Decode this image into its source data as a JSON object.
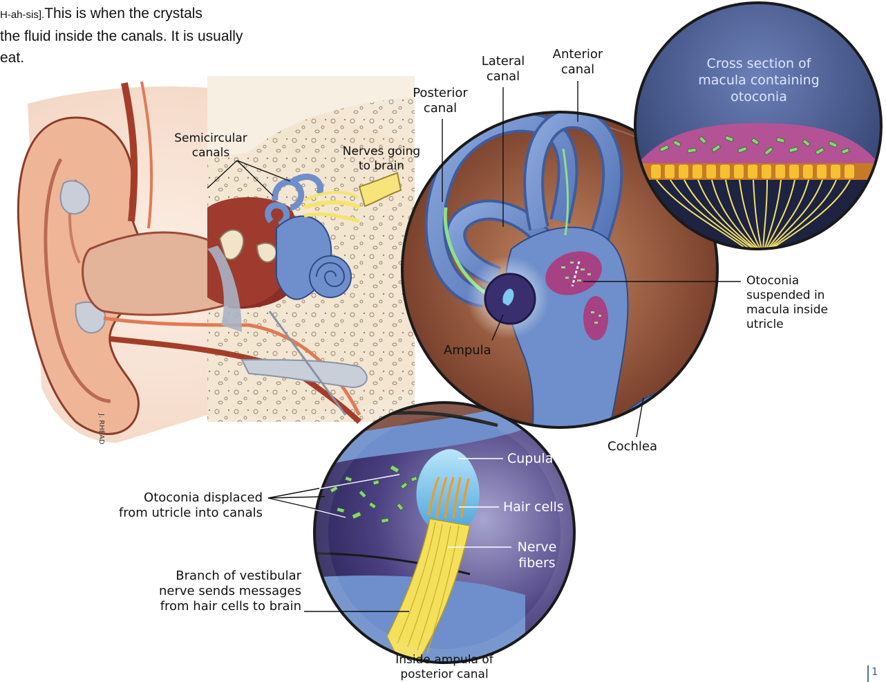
{
  "intro": {
    "line1_pron": "H-ah-sis].",
    "line1": "This is when the crystals",
    "line2": "the fluid inside the canals. It is usually",
    "line3": "eat."
  },
  "labels": {
    "semicircular_canals": [
      "Semicircular",
      "canals"
    ],
    "nerves_going_to_brain": [
      "Nerves going",
      "to brain"
    ],
    "posterior_canal": [
      "Posterior",
      "canal"
    ],
    "lateral_canal": [
      "Lateral",
      "canal"
    ],
    "anterior_canal": [
      "Anterior",
      "canal"
    ],
    "cross_section": [
      "Cross section of",
      "macula containing",
      "otoconia"
    ],
    "otoconia_suspended": [
      "Otoconia",
      "suspended in",
      "macula inside",
      "utricle"
    ],
    "ampula": "Ampula",
    "cochlea": "Cochlea",
    "cupula": "Cupula",
    "hair_cells": "Hair cells",
    "nerve_fibers": [
      "Nerve",
      "fibers"
    ],
    "otoconia_displaced": [
      "Otoconia displaced",
      "from utricle into canals"
    ],
    "branch_vestibular": [
      "Branch of vestibular",
      "nerve sends messages",
      "from hair cells to brain"
    ],
    "inside_ampula": [
      "Inside ampula of",
      "posterior canal"
    ]
  },
  "signature": "J. RHEAD",
  "page_number": "1",
  "colors": {
    "canal_blue": "#6e8fcb",
    "canal_dark": "#34508f",
    "bone": "#efe3cc",
    "tissue_brown": "#7a3f2e",
    "skin": "#f1c7ac",
    "macula_magenta": "#b04f92",
    "nerve_yellow": "#f4e05a",
    "cupula_cyan": "#7ec9ef",
    "crystal_green": "#8fd17a",
    "accent_blue": "#3a5fa0"
  }
}
